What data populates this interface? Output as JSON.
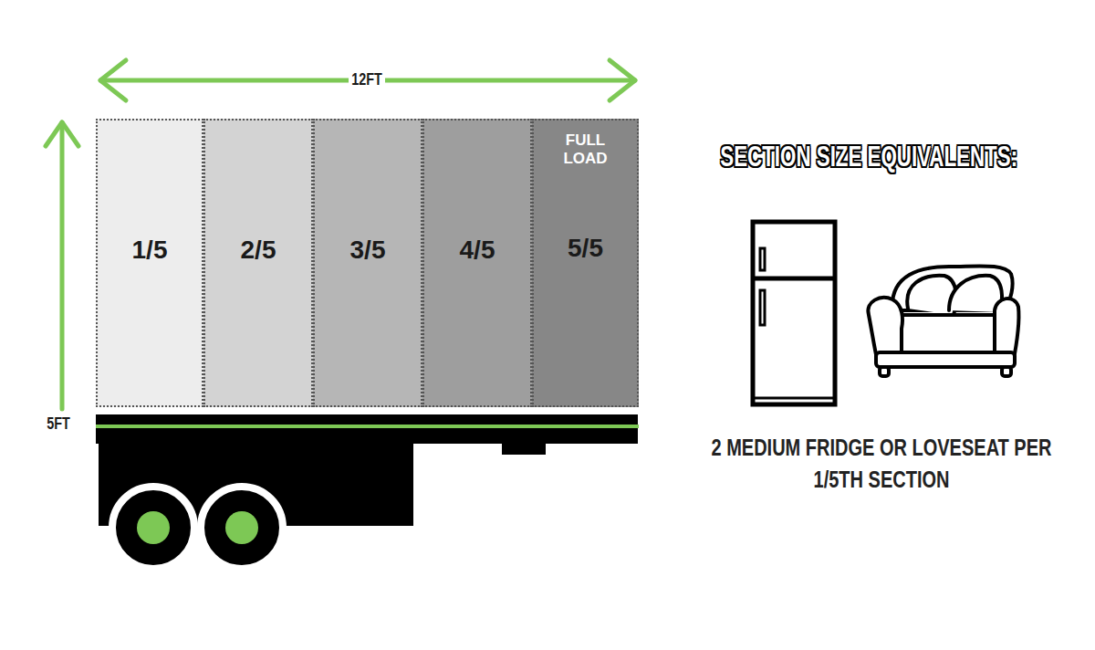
{
  "diagram": {
    "nodes": [
      {
        "text": [
          "1/5"
        ]
      },
      {
        "text": [
          "2/5"
        ]
      },
      {
        "text": [
          "3/5"
        ]
      },
      {
        "text": [
          "4/5"
        ]
      },
      {
        "text": [
          "FULL LOAD",
          "5/5"
        ]
      }
    ],
    "labels": [
      "12FT",
      "5FT",
      "SECTION SIZE EQUIVALENTS:",
      "2 MEDIUM FRIDGE OR LOVESEAT PER 1/5TH SECTION"
    ]
  }
}
